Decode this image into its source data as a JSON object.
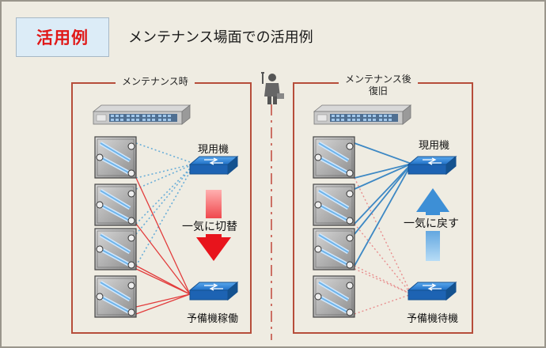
{
  "header": {
    "badge_label": "活用例",
    "title": "メンテナンス場面での活用例"
  },
  "left_panel": {
    "title": "メンテナンス時",
    "active_switch_label": "現用機",
    "backup_switch_label": "予備機稼働",
    "arrow_label": "一気に切替",
    "arrow_color": "#e8141c"
  },
  "right_panel": {
    "title_line1": "メンテナンス後",
    "title_line2": "復旧",
    "active_switch_label": "現用機",
    "backup_switch_label": "予備機待機",
    "arrow_label": "一気に戻す",
    "arrow_color": "#3d8fd6"
  },
  "colors": {
    "accent_red": "#e01818",
    "panel_border": "#b64d3a",
    "switch_blue": "#2a7fd6",
    "link_blue": "#3d88c4",
    "link_red": "#e23c3c"
  }
}
